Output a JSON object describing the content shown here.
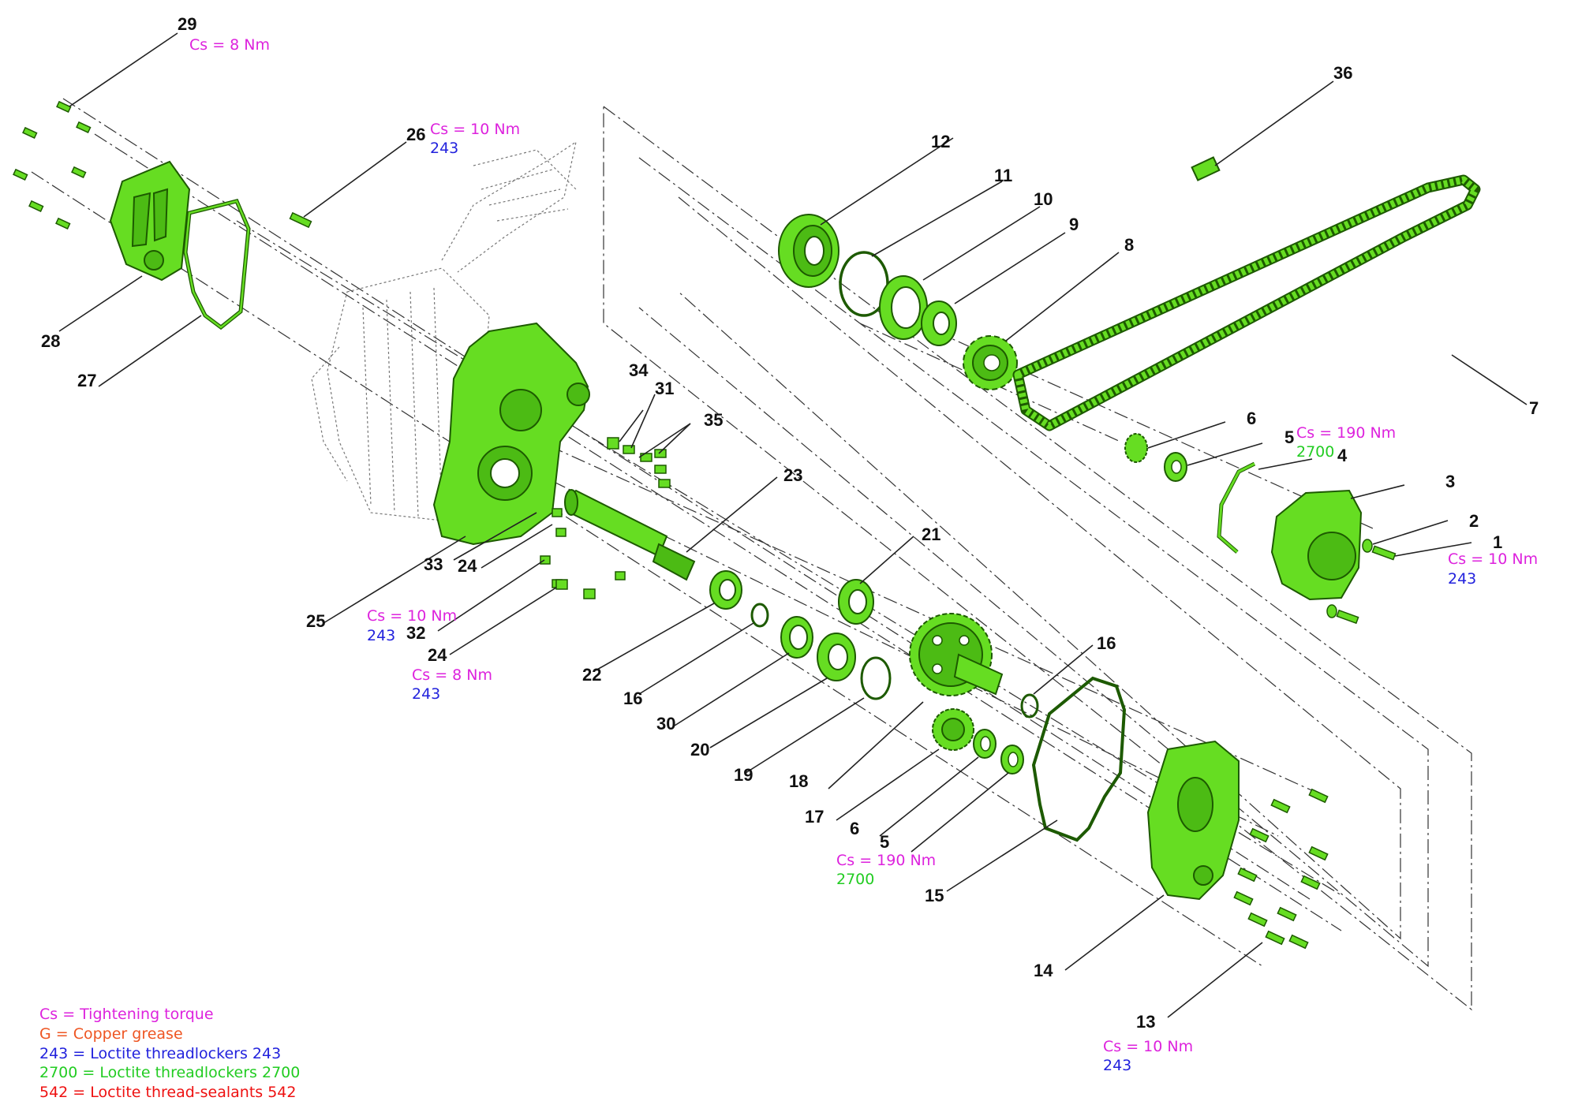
{
  "colors": {
    "part_fill": "#66dd22",
    "part_stroke": "#1d5a00",
    "torque": "#dd22dd",
    "copper_grease": "#ee5522",
    "loctite_243": "#2222dd",
    "loctite_2700": "#22cc22",
    "loctite_542": "#ee1111"
  },
  "callouts": [
    {
      "id": "c1",
      "label": "1"
    },
    {
      "id": "c2",
      "label": "2"
    },
    {
      "id": "c3",
      "label": "3"
    },
    {
      "id": "c4",
      "label": "4"
    },
    {
      "id": "c5a",
      "label": "5"
    },
    {
      "id": "c6a",
      "label": "6"
    },
    {
      "id": "c7",
      "label": "7"
    },
    {
      "id": "c8",
      "label": "8"
    },
    {
      "id": "c9",
      "label": "9"
    },
    {
      "id": "c10",
      "label": "10"
    },
    {
      "id": "c11",
      "label": "11"
    },
    {
      "id": "c12",
      "label": "12"
    },
    {
      "id": "c13",
      "label": "13"
    },
    {
      "id": "c14",
      "label": "14"
    },
    {
      "id": "c15",
      "label": "15"
    },
    {
      "id": "c16a",
      "label": "16"
    },
    {
      "id": "c16b",
      "label": "16"
    },
    {
      "id": "c17",
      "label": "17"
    },
    {
      "id": "c18",
      "label": "18"
    },
    {
      "id": "c19",
      "label": "19"
    },
    {
      "id": "c20",
      "label": "20"
    },
    {
      "id": "c21",
      "label": "21"
    },
    {
      "id": "c22",
      "label": "22"
    },
    {
      "id": "c23",
      "label": "23"
    },
    {
      "id": "c24a",
      "label": "24"
    },
    {
      "id": "c24b",
      "label": "24"
    },
    {
      "id": "c25",
      "label": "25"
    },
    {
      "id": "c26",
      "label": "26"
    },
    {
      "id": "c27",
      "label": "27"
    },
    {
      "id": "c28",
      "label": "28"
    },
    {
      "id": "c29",
      "label": "29"
    },
    {
      "id": "c30",
      "label": "30"
    },
    {
      "id": "c31",
      "label": "31"
    },
    {
      "id": "c32",
      "label": "32"
    },
    {
      "id": "c33",
      "label": "33"
    },
    {
      "id": "c34",
      "label": "34"
    },
    {
      "id": "c35",
      "label": "35"
    },
    {
      "id": "c36",
      "label": "36"
    },
    {
      "id": "c6b",
      "label": "6"
    },
    {
      "id": "c5b",
      "label": "5"
    }
  ],
  "specs": [
    {
      "id": "s29",
      "lines": [
        {
          "text": "Cs = 8 Nm",
          "type": "torque"
        }
      ]
    },
    {
      "id": "s26",
      "lines": [
        {
          "text": "Cs = 10 Nm",
          "type": "torque"
        },
        {
          "text": "243",
          "type": "loctite_243"
        }
      ]
    },
    {
      "id": "s5top",
      "lines": [
        {
          "text": "Cs = 190 Nm",
          "type": "torque"
        },
        {
          "text": "2700",
          "type": "loctite_2700"
        }
      ]
    },
    {
      "id": "s1",
      "lines": [
        {
          "text": "Cs = 10 Nm",
          "type": "torque"
        },
        {
          "text": "243",
          "type": "loctite_243"
        }
      ]
    },
    {
      "id": "s32",
      "lines": [
        {
          "text": "Cs = 10 Nm",
          "type": "torque"
        },
        {
          "text": "243",
          "type": "loctite_243"
        }
      ]
    },
    {
      "id": "s24",
      "lines": [
        {
          "text": "Cs = 8 Nm",
          "type": "torque"
        },
        {
          "text": "243",
          "type": "loctite_243"
        }
      ]
    },
    {
      "id": "s5bot",
      "lines": [
        {
          "text": "Cs = 190 Nm",
          "type": "torque"
        },
        {
          "text": "2700",
          "type": "loctite_2700"
        }
      ]
    },
    {
      "id": "s13",
      "lines": [
        {
          "text": "Cs = 10 Nm",
          "type": "torque"
        },
        {
          "text": "243",
          "type": "loctite_243"
        }
      ]
    }
  ],
  "legend": [
    {
      "text": "Cs = Tightening torque",
      "type": "torque"
    },
    {
      "text": "G = Copper grease",
      "type": "copper_grease"
    },
    {
      "text": "243 =  Loctite threadlockers 243",
      "type": "loctite_243"
    },
    {
      "text": "2700 = Loctite threadlockers 2700",
      "type": "loctite_2700"
    },
    {
      "text": "542 = Loctite thread-sealants 542",
      "type": "loctite_542"
    }
  ]
}
